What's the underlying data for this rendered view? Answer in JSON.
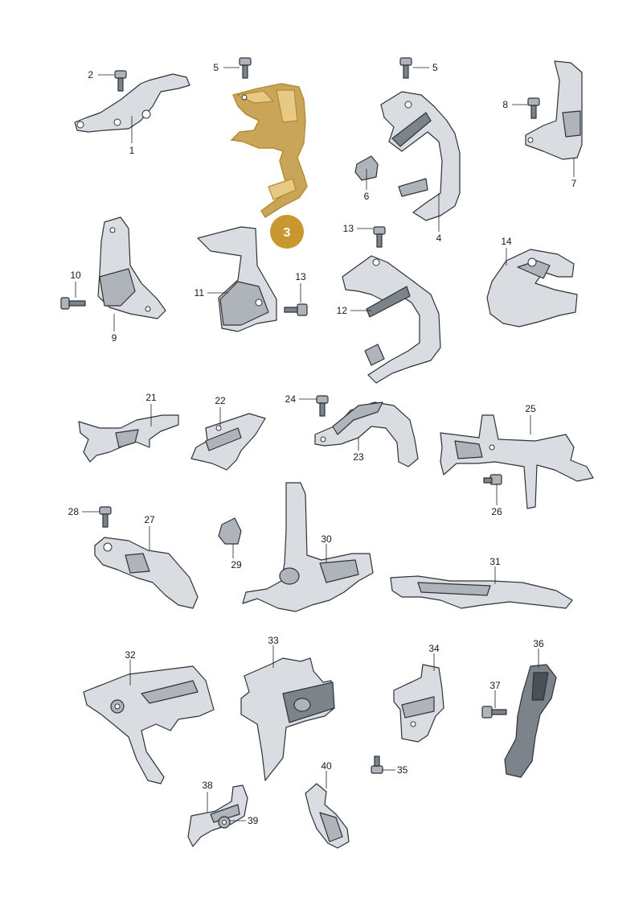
{
  "highlight": {
    "label": "3",
    "color": "#c8982f"
  },
  "callouts": [
    "1",
    "2",
    "4",
    "5",
    "5",
    "6",
    "7",
    "8",
    "9",
    "10",
    "11",
    "12",
    "13",
    "13",
    "14",
    "21",
    "22",
    "23",
    "24",
    "25",
    "26",
    "27",
    "28",
    "29",
    "30",
    "31",
    "32",
    "33",
    "34",
    "35",
    "36",
    "37",
    "38",
    "39",
    "40"
  ]
}
